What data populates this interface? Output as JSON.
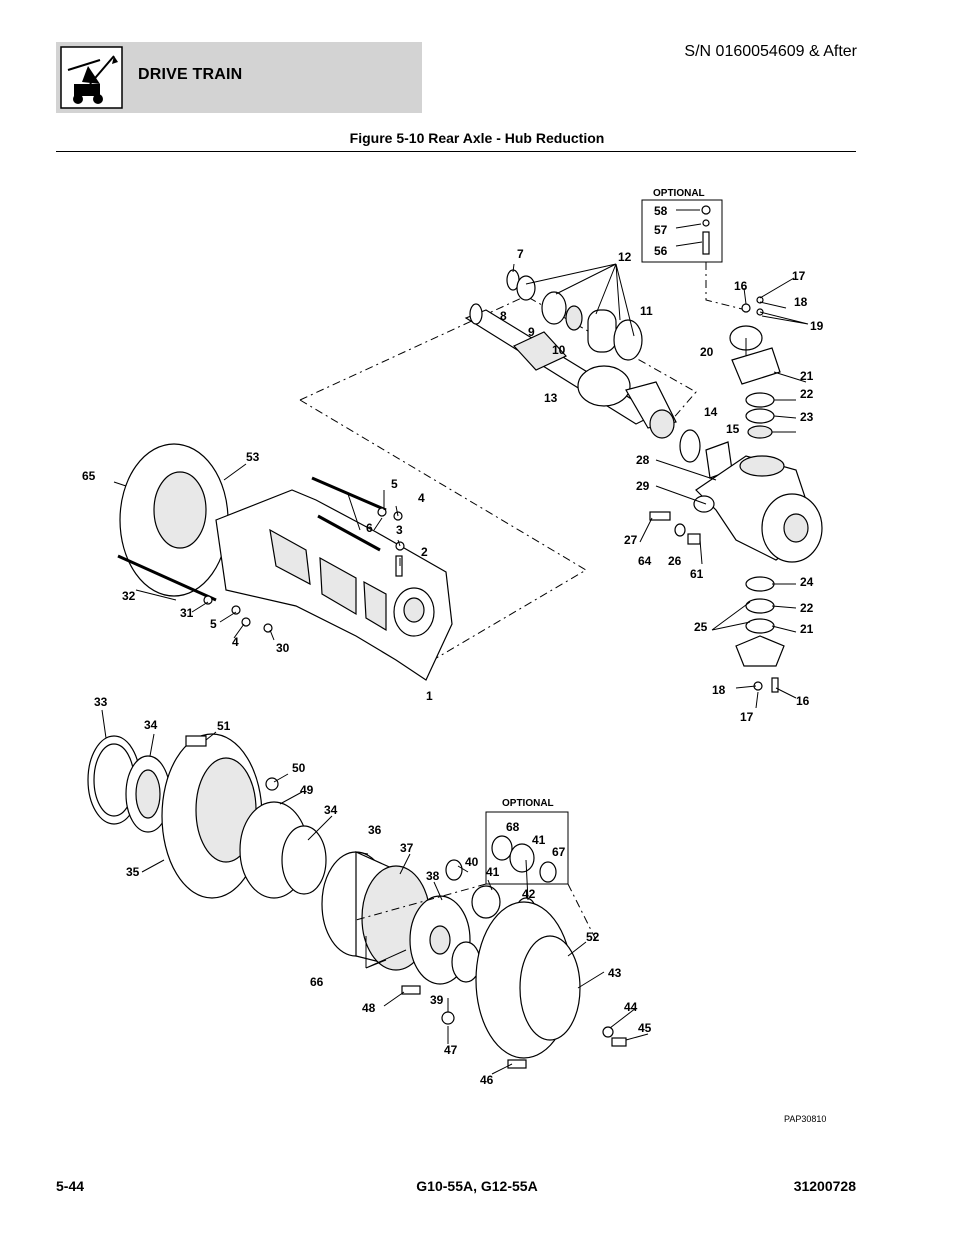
{
  "header": {
    "section": "DRIVE TRAIN",
    "serial": "S/N 0160054609 & After",
    "icon": "telehandler-icon"
  },
  "figure": {
    "title": "Figure 5-10 Rear Axle - Hub Reduction",
    "optional_label_top": "OPTIONAL",
    "optional_label_bottom": "OPTIONAL",
    "drawing_id": "PAP30810"
  },
  "callouts": [
    "58",
    "57",
    "56",
    "7",
    "12",
    "17",
    "16",
    "18",
    "19",
    "8",
    "11",
    "9",
    "10",
    "20",
    "21",
    "22",
    "13",
    "23",
    "14",
    "15",
    "28",
    "29",
    "65",
    "53",
    "5",
    "4",
    "6",
    "3",
    "2",
    "27",
    "64",
    "26",
    "61",
    "32",
    "31",
    "5b",
    "4b",
    "30",
    "24",
    "25",
    "22b",
    "21b",
    "1",
    "18b",
    "16b",
    "17b",
    "33",
    "34",
    "51",
    "50",
    "49",
    "34b",
    "36",
    "35",
    "37",
    "38",
    "40",
    "41",
    "68",
    "41b",
    "67",
    "42",
    "52",
    "66",
    "43",
    "48",
    "39",
    "44",
    "45",
    "47",
    "46"
  ],
  "callout_text": {
    "c58": "58",
    "c57": "57",
    "c56": "56",
    "c7": "7",
    "c12": "12",
    "c17": "17",
    "c16": "16",
    "c18": "18",
    "c19": "19",
    "c8": "8",
    "c11": "11",
    "c9": "9",
    "c10": "10",
    "c20": "20",
    "c21": "21",
    "c22": "22",
    "c13": "13",
    "c23": "23",
    "c14": "14",
    "c15": "15",
    "c28": "28",
    "c29": "29",
    "c65": "65",
    "c53": "53",
    "c5": "5",
    "c4": "4",
    "c6": "6",
    "c3": "3",
    "c2": "2",
    "c27": "27",
    "c64": "64",
    "c26": "26",
    "c61": "61",
    "c32": "32",
    "c31": "31",
    "c5b": "5",
    "c4b": "4",
    "c30": "30",
    "c24": "24",
    "c25": "25",
    "c22b": "22",
    "c21b": "21",
    "c1": "1",
    "c18b": "18",
    "c16b": "16",
    "c17b": "17",
    "c33": "33",
    "c34": "34",
    "c51": "51",
    "c50": "50",
    "c49": "49",
    "c34b": "34",
    "c36": "36",
    "c35": "35",
    "c37": "37",
    "c38": "38",
    "c40": "40",
    "c41": "41",
    "c68": "68",
    "c41b": "41",
    "c67": "67",
    "c42": "42",
    "c52": "52",
    "c66": "66",
    "c43": "43",
    "c48": "48",
    "c39": "39",
    "c44": "44",
    "c45": "45",
    "c47": "47",
    "c46": "46"
  },
  "footer": {
    "page": "5-44",
    "models": "G10-55A, G12-55A",
    "doc_number": "31200728"
  }
}
